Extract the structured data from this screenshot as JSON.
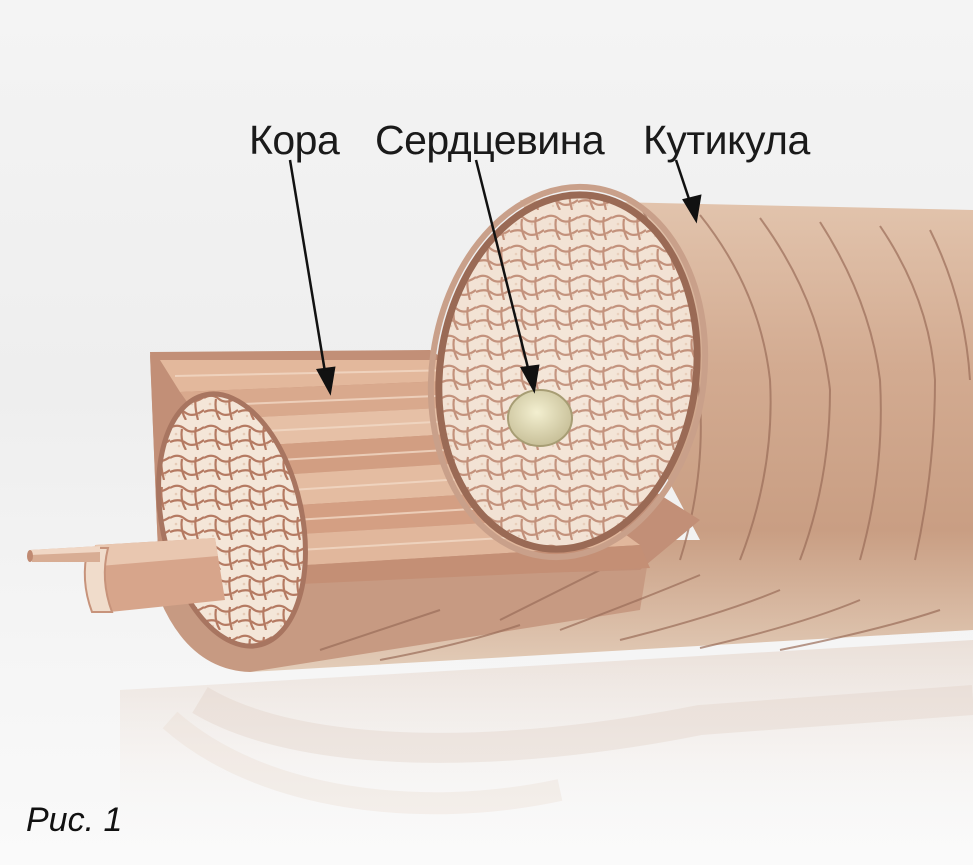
{
  "labels": {
    "cortex": "Кора",
    "medulla": "Сердцевина",
    "cuticle": "Кутикула"
  },
  "caption": "Рис. 1",
  "colors": {
    "background": "#f1f1f1",
    "cuticle_surface": "#d6b199",
    "cortex_fibers": "#d4a487",
    "cell_fill": "#f3e4d6",
    "cell_border": "#b57a62",
    "medulla_core": "#e2dcb4",
    "arrow": "#111111"
  }
}
